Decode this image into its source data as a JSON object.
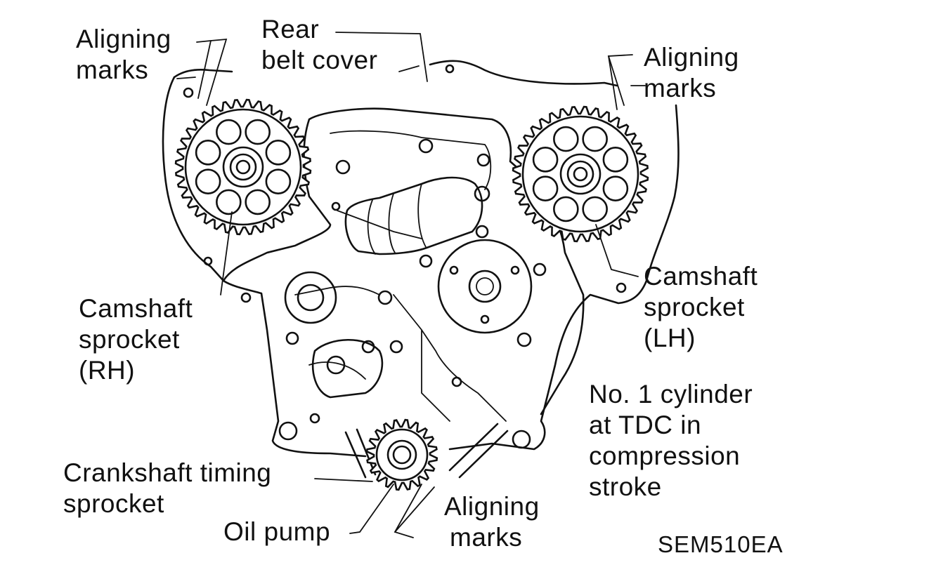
{
  "labels": {
    "aligning_marks_top_left": [
      "Aligning",
      "marks"
    ],
    "rear_belt_cover": [
      "Rear",
      "belt cover"
    ],
    "aligning_marks_top_right": [
      "Aligning",
      "marks"
    ],
    "camshaft_sprocket_rh": [
      "Camshaft",
      "sprocket",
      "(RH)"
    ],
    "camshaft_sprocket_lh": [
      "Camshaft",
      "sprocket",
      "(LH)"
    ],
    "tdc_note": [
      "No. 1 cylinder",
      "at TDC in",
      "compression",
      "stroke"
    ],
    "crankshaft_timing_sprocket": [
      "Crankshaft timing",
      "sprocket"
    ],
    "oil_pump": "Oil pump",
    "aligning_marks_bottom": [
      "Aligning",
      "marks"
    ],
    "figure_code": "SEM510EA"
  },
  "colors": {
    "ink": "#111111",
    "background": "#ffffff"
  }
}
